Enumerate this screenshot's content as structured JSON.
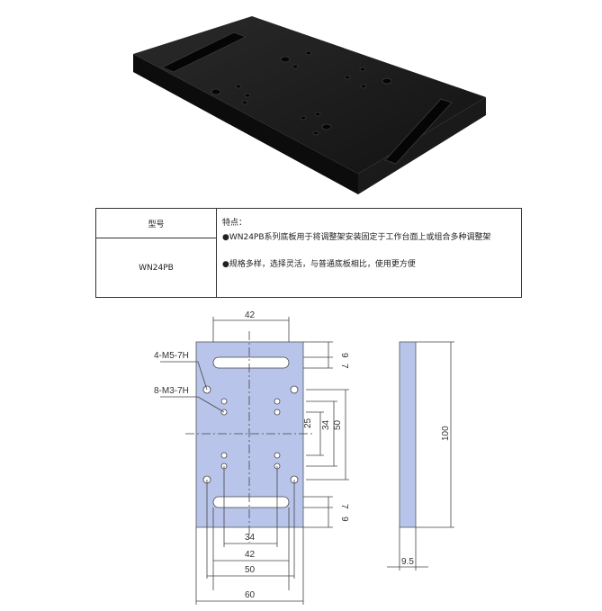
{
  "spec_table": {
    "col_model_header": "型号",
    "model": "WN24PB",
    "features_title": "特点：",
    "feature_1": "●WN24PB系列底板用于将调整架安装固定于工作台面上或组合多种调整架",
    "feature_2": "●规格多样，选择灵活，与普通底板相比，使用更方便"
  },
  "drawing": {
    "callout_m5": "4-M5-7H",
    "callout_m3": "8-M3-7H",
    "dim_top_42": "42",
    "dim_right_9_top": "9",
    "dim_right_7_top": "7",
    "dim_right_25": "25",
    "dim_right_34": "34",
    "dim_right_50": "50",
    "dim_right_7_bottom": "7",
    "dim_right_9_bottom": "9",
    "dim_bottom_34": "34",
    "dim_bottom_42": "42",
    "dim_bottom_50": "50",
    "dim_bottom_60": "60",
    "side_height_100": "100",
    "side_thickness": "9.5"
  },
  "colors": {
    "plate_fill": "#b9c4ea",
    "plate_photo": "#141414"
  }
}
